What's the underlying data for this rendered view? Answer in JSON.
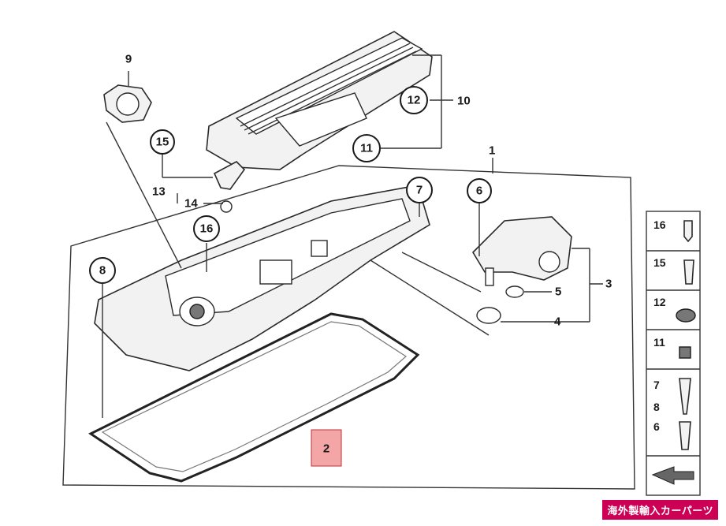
{
  "callouts": {
    "c2": "2",
    "c6": "6",
    "c7": "7",
    "c8": "8",
    "c9": "9",
    "c11": "11",
    "c12": "12",
    "c15": "15",
    "c16": "16"
  },
  "labels": {
    "l1": "1",
    "l3": "3",
    "l4": "4",
    "l5": "5",
    "l10": "10",
    "l13": "13",
    "l14": "14"
  },
  "sidebar": {
    "items": [
      "16",
      "15",
      "12",
      "11",
      "7",
      "8",
      "6"
    ]
  },
  "colors": {
    "highlight": "#f4a6a6",
    "badge": "#cc0055"
  },
  "badge": {
    "text": "海外製輸入カーパーツ"
  }
}
